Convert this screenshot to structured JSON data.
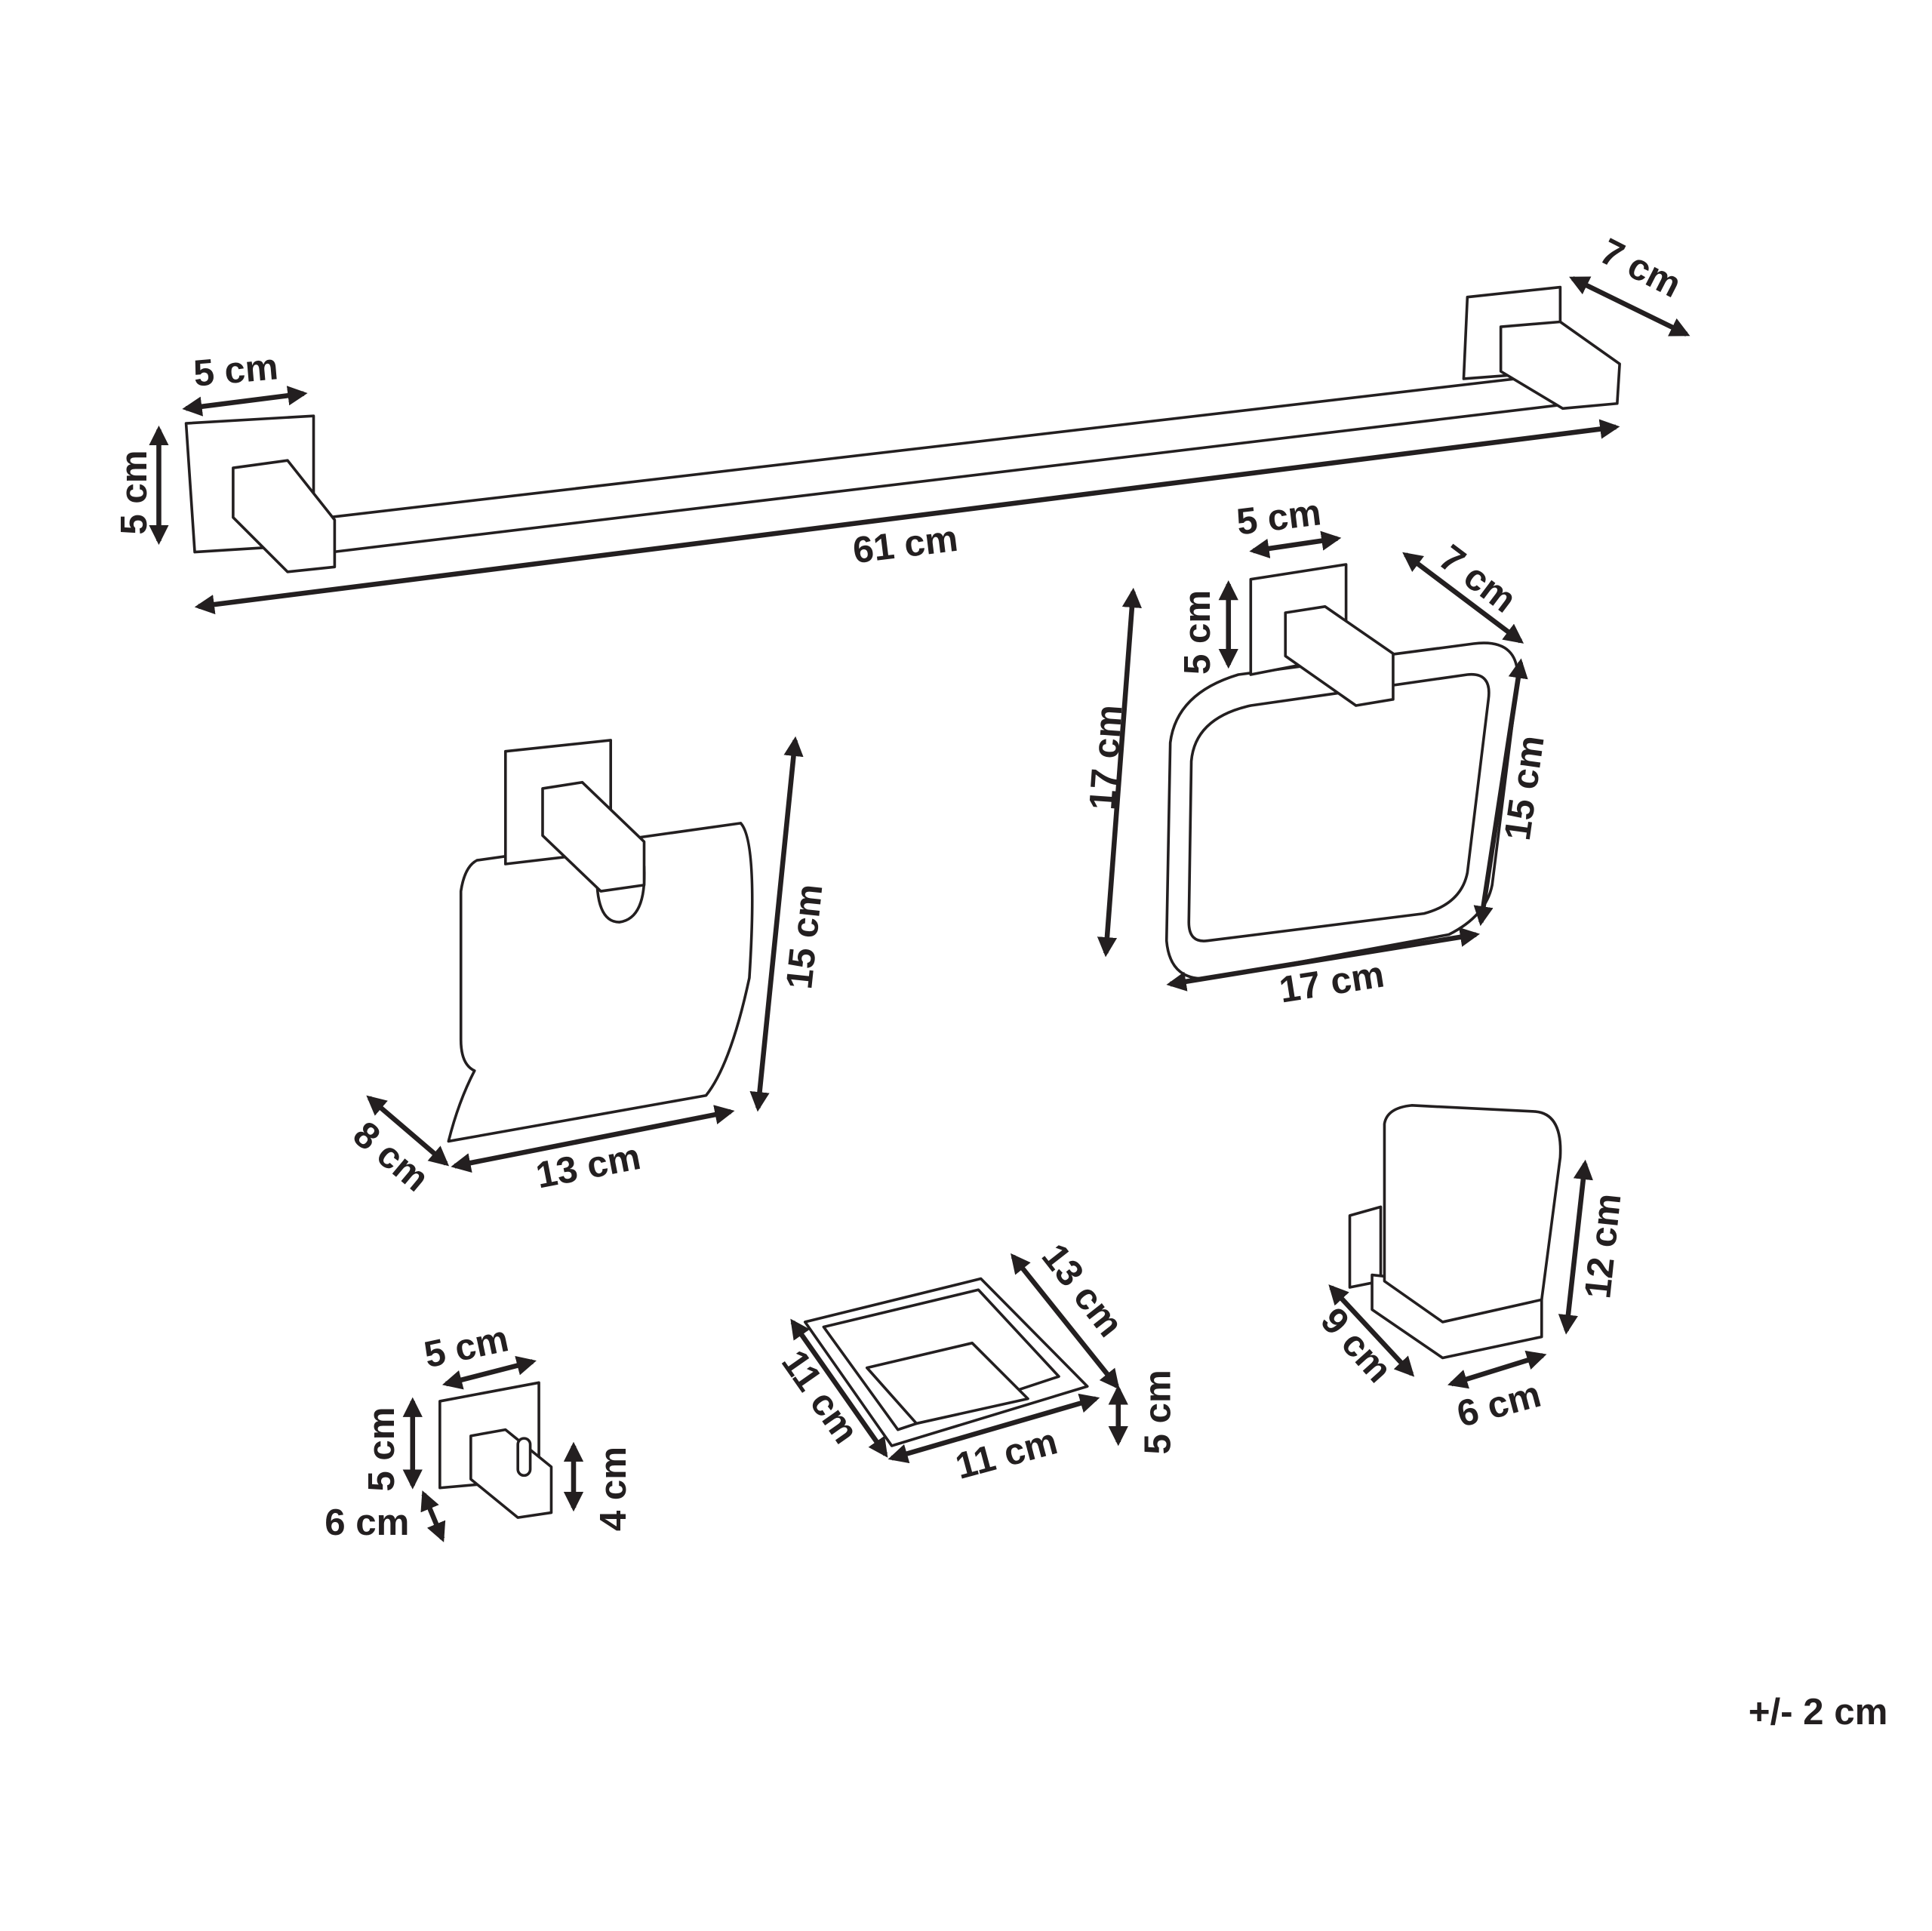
{
  "title": "Bathroom accessory set dimensions",
  "colors": {
    "ink": "#231f20",
    "background": "#ffffff"
  },
  "towel_bar": {
    "length": "61 cm",
    "plate_width": "5 cm",
    "plate_height": "5 cm",
    "depth": "7 cm"
  },
  "towel_ring": {
    "plate_width": "5 cm",
    "plate_height": "5 cm",
    "depth": "7 cm",
    "total_height": "17 cm",
    "ring_height": "15 cm",
    "width": "17 cm"
  },
  "paper_holder": {
    "height": "15 cm",
    "width": "13 cm",
    "depth": "8 cm"
  },
  "hook": {
    "plate_width": "5 cm",
    "plate_height": "5 cm",
    "hook_height": "4 cm",
    "depth": "6 cm"
  },
  "soap_dish": {
    "depth_left": "11 cm",
    "side": "13 cm",
    "width": "11 cm",
    "height": "5 cm"
  },
  "tumbler": {
    "height": "12 cm",
    "depth": "9 cm",
    "width": "6 cm"
  },
  "tolerance": "+/- 2 cm"
}
